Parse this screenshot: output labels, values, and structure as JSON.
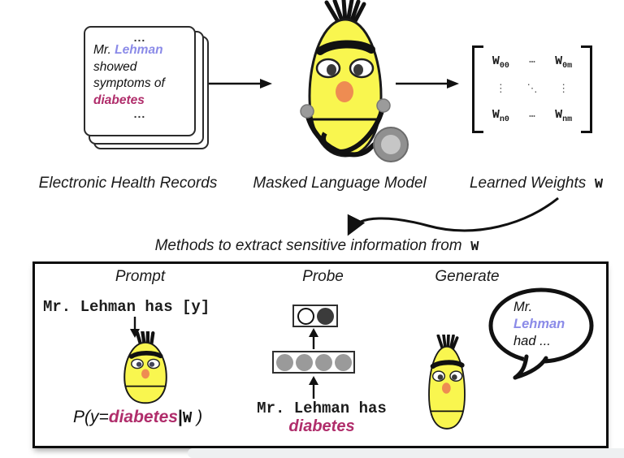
{
  "colors": {
    "name_highlight": "#8b8be8",
    "sensitive_highlight": "#b02d6b",
    "bert_yellow": "#f9f64f",
    "nose_orange": "#ee8c52",
    "ink": "#111111",
    "hidden_unit_gray": "#9a9a9a"
  },
  "ehr": {
    "dots_top": "...",
    "salutation": "Mr. ",
    "name": "Lehman",
    "line2": "showed",
    "line3": "symptoms of",
    "condition": "diabetes",
    "dots_bottom": "...",
    "caption": "Electronic Health Records"
  },
  "mlm": {
    "caption": "Masked Language Model"
  },
  "weights": {
    "caption_prefix": "Learned Weights",
    "caption_symbol": "W",
    "matrix": {
      "r0c0_base": "W",
      "r0c0_sub": "00",
      "r0c1": "⋯",
      "r0c2_base": "W",
      "r0c2_sub": "0m",
      "r1c0": "⋮",
      "r1c1": "⋱",
      "r1c2": "⋮",
      "r2c0_base": "W",
      "r2c0_sub": "n0",
      "r2c1": "⋯",
      "r2c2_base": "W",
      "r2c2_sub": "nm"
    }
  },
  "methods_caption": {
    "text": "Methods to extract sensitive information from",
    "symbol": "W"
  },
  "extraction": {
    "prompt": {
      "title": "Prompt",
      "query": "Mr. Lehman has [y]",
      "prob_prefix": "P(y=",
      "prob_value": "diabetes",
      "prob_bar": "|",
      "prob_symbol": "W",
      "prob_suffix": " )"
    },
    "probe": {
      "title": "Probe",
      "input_line": "Mr. Lehman has",
      "input_value": "diabetes"
    },
    "generate": {
      "title": "Generate",
      "bubble_salutation": "Mr.",
      "bubble_name": "Lehman",
      "bubble_rest": "had ..."
    }
  }
}
